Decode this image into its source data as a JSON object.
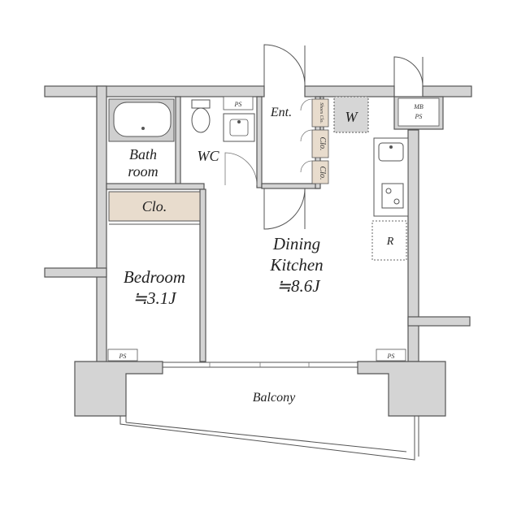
{
  "rooms": {
    "bath_line1": "Bath",
    "bath_line2": "room",
    "wc": "WC",
    "entrance": "Ent.",
    "shoes_closet": "Shoes Clo.",
    "closet_small_1": "Clo.",
    "closet_small_2": "Clo.",
    "washer": "W",
    "mb_ps_line1": "MB",
    "mb_ps_line2": "PS",
    "ps_top": "PS",
    "ps_bedroom": "PS",
    "ps_dining": "PS",
    "bedroom_closet": "Clo.",
    "fridge": "R",
    "dining_line1": "Dining",
    "dining_line2": "Kitchen",
    "dining_area": "≒8.6J",
    "bedroom_line1": "Bedroom",
    "bedroom_area": "≒3.1J",
    "balcony": "Balcony"
  },
  "colors": {
    "wall_fill": "#d4d4d4",
    "closet_fill": "#e8dccd",
    "washer_fill": "#d6d6d6",
    "line": "#555555"
  }
}
